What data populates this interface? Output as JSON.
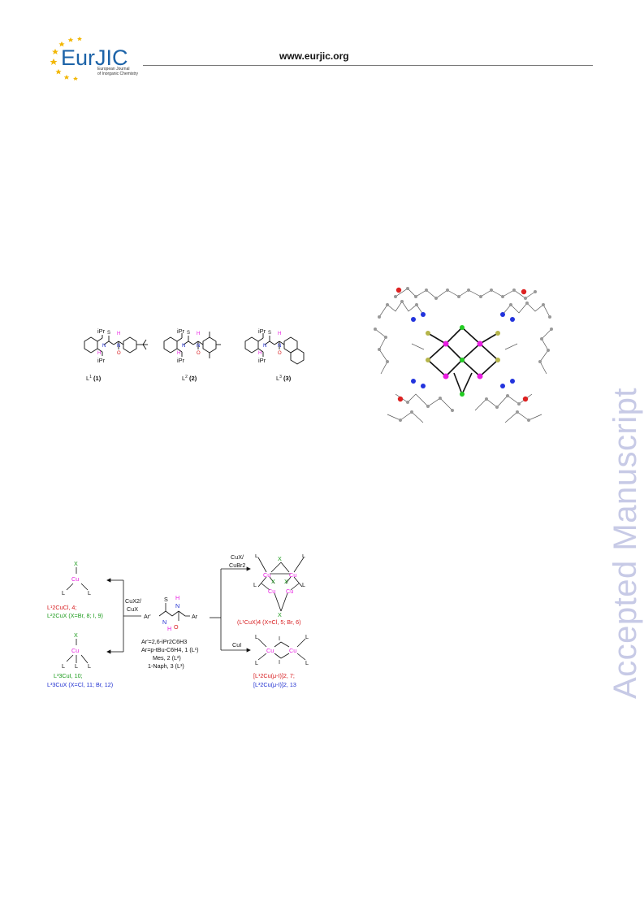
{
  "header": {
    "url": "www.eurjic.org",
    "logo_main": "EurJIC",
    "logo_sub1": "European Journal",
    "logo_sub2": "of Inorganic Chemistry"
  },
  "watermark": "Accepted Manuscript",
  "ligands": {
    "l1": {
      "label": "L",
      "sup": "1",
      "num": "(1)"
    },
    "l2": {
      "label": "L",
      "sup": "2",
      "num": "(2)"
    },
    "l3": {
      "label": "L",
      "sup": "3",
      "num": "(3)"
    },
    "ipr": "iPr",
    "atoms": {
      "S": "S",
      "N": "N",
      "H": "H",
      "O": "O"
    }
  },
  "scheme": {
    "left_top_1": "L¹2CuCl, 4;",
    "left_top_2": "L²2CuX (X=Br, 8; I, 9)",
    "left_bot_1": "L³3CuI, 10;",
    "left_bot_2": "L³3CuX (X=Cl, 11; Br, 12)",
    "arrow_left_1": "CuX2/",
    "arrow_left_2": "CuX",
    "arrow_right_top_1": "CuX/",
    "arrow_right_top_2": "CuBr2",
    "arrow_right_bot": "CuI",
    "center_1": "Ar'=2,6-iPr2C6H3",
    "center_2": "Ar=p-tBu-C6H4, 1 (L¹)",
    "center_3": "Mes, 2 (L²)",
    "center_4": "1-Naph, 3 (L³)",
    "right_top": "(L¹CuX)4 (X=Cl, 5; Br, 6)",
    "right_bot_1": "[L¹2Cu(μ-I)]2, 7;",
    "right_bot_2": "[L³2Cu(μ-I)]2, 13",
    "cu": "Cu",
    "x": "X",
    "l": "L",
    "i": "I",
    "ar_prime": "Ar'",
    "ar": "Ar"
  },
  "colors": {
    "red": "#d7191c",
    "green": "#1a9a1a",
    "blue": "#1f2fd0",
    "magenta": "#e81ee0",
    "watermark": "#c7cae6"
  }
}
